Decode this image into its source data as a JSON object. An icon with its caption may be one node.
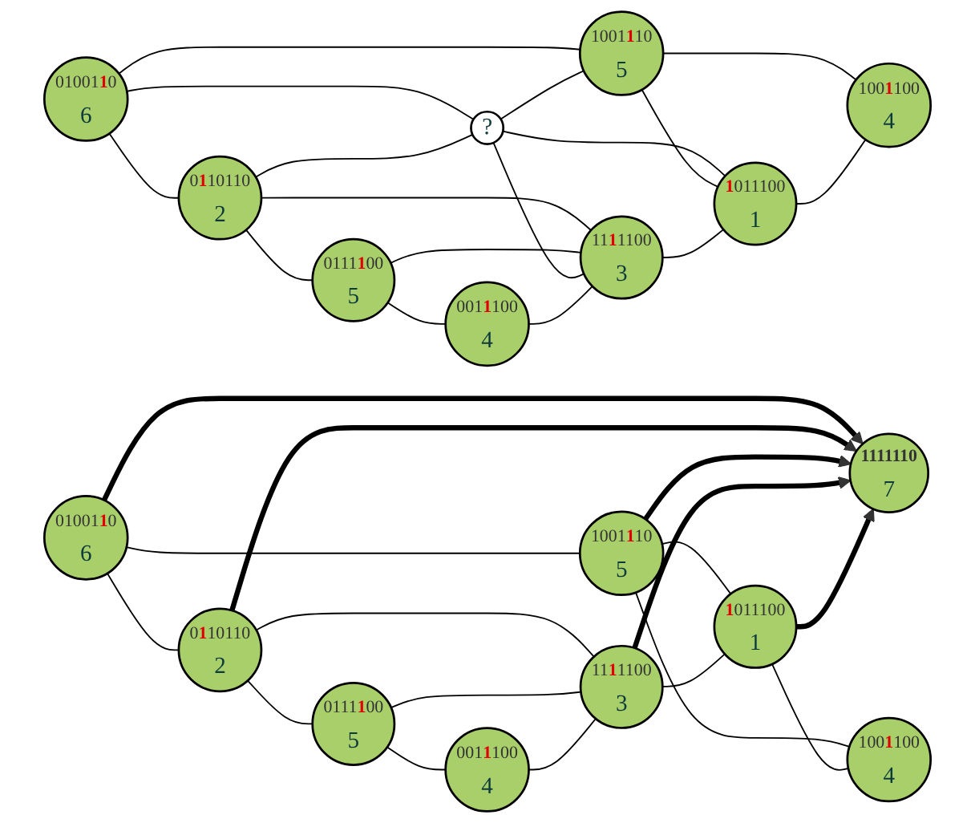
{
  "diagram": {
    "nodes": [
      {
        "text": [
          "01001**1**0",
          "6"
        ]
      },
      {
        "text": [
          "0**1**10110",
          "2"
        ]
      },
      {
        "text": [
          "0111**1**00",
          "5"
        ]
      },
      {
        "text": [
          "?"
        ]
      },
      {
        "text": [
          "1001**1**10",
          "5"
        ]
      },
      {
        "text": [
          "001**1**100",
          "4"
        ]
      },
      {
        "text": [
          "11**1**1100",
          "3"
        ]
      },
      {
        "text": [
          "**1**011100",
          "1"
        ]
      },
      {
        "text": [
          "100**1**100",
          "4"
        ]
      },
      {
        "text": [
          "01001**1**0",
          "6"
        ]
      },
      {
        "text": [
          "0**1**10110",
          "2"
        ]
      },
      {
        "text": [
          "0111**1**00",
          "5"
        ]
      },
      {
        "text": [
          "1111110",
          "7"
        ]
      },
      {
        "text": [
          "1001**1**10",
          "5"
        ]
      },
      {
        "text": [
          "001**1**100",
          "4"
        ]
      },
      {
        "text": [
          "11**1**1100",
          "3"
        ]
      },
      {
        "text": [
          "**1**011100",
          "1"
        ]
      },
      {
        "text": [
          "100**1**100",
          "4"
        ]
      }
    ],
    "edges": [
      {
        "from": 0,
        "to": 1,
        "arrow": "none"
      },
      {
        "from": 0,
        "to": 3,
        "arrow": "none"
      },
      {
        "from": 0,
        "to": 4,
        "arrow": "none"
      },
      {
        "from": 1,
        "to": 2,
        "arrow": "none"
      },
      {
        "from": 1,
        "to": 6,
        "arrow": "none"
      },
      {
        "from": 1,
        "to": 3,
        "arrow": "none"
      },
      {
        "from": 2,
        "to": 5,
        "arrow": "none"
      },
      {
        "from": 2,
        "to": 6,
        "arrow": "none"
      },
      {
        "from": 3,
        "to": 4,
        "arrow": "none"
      },
      {
        "from": 3,
        "to": 6,
        "arrow": "none"
      },
      {
        "from": 3,
        "to": 7,
        "arrow": "none"
      },
      {
        "from": 4,
        "to": 7,
        "arrow": "none"
      },
      {
        "from": 4,
        "to": 8,
        "arrow": "none"
      },
      {
        "from": 5,
        "to": 6,
        "arrow": "none"
      },
      {
        "from": 6,
        "to": 7,
        "arrow": "none"
      },
      {
        "from": 7,
        "to": 8,
        "arrow": "none"
      },
      {
        "from": 9,
        "to": 10,
        "arrow": "none"
      },
      {
        "from": 9,
        "to": 12,
        "arrow": "to",
        "style": "thick"
      },
      {
        "from": 9,
        "to": 13,
        "arrow": "none"
      },
      {
        "from": 10,
        "to": 11,
        "arrow": "none"
      },
      {
        "from": 10,
        "to": 15,
        "arrow": "none"
      },
      {
        "from": 10,
        "to": 12,
        "arrow": "to",
        "style": "thick"
      },
      {
        "from": 11,
        "to": 14,
        "arrow": "none"
      },
      {
        "from": 11,
        "to": 15,
        "arrow": "none"
      },
      {
        "from": 13,
        "to": 12,
        "arrow": "to",
        "style": "thick"
      },
      {
        "from": 13,
        "to": 16,
        "arrow": "none"
      },
      {
        "from": 13,
        "to": 17,
        "arrow": "none"
      },
      {
        "from": 14,
        "to": 15,
        "arrow": "none"
      },
      {
        "from": 15,
        "to": 16,
        "arrow": "none"
      },
      {
        "from": 15,
        "to": 12,
        "arrow": "to",
        "style": "thick"
      },
      {
        "from": 16,
        "to": 12,
        "arrow": "to",
        "style": "thick"
      },
      {
        "from": 16,
        "to": 17,
        "arrow": "none"
      }
    ]
  }
}
